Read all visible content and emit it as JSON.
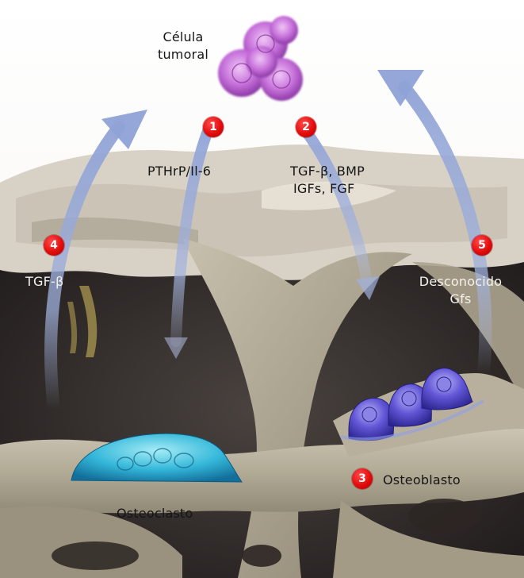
{
  "labels": {
    "tumor_cell": [
      "Célula",
      "tumoral"
    ],
    "osteoclast": "Osteoclasto",
    "osteoblast": "Osteoblasto"
  },
  "steps": [
    {
      "number": "1",
      "factors": [
        "PTHrP/Il-6"
      ]
    },
    {
      "number": "2",
      "factors": [
        "TGF-β, BMP",
        "IGFs, FGF"
      ]
    },
    {
      "number": "3",
      "factors": []
    },
    {
      "number": "4",
      "factors": [
        "TGF-β"
      ]
    },
    {
      "number": "5",
      "factors": [
        "Desconocido",
        "Gfs"
      ]
    }
  ],
  "colors": {
    "badge": "#e30c0c",
    "arrow": "#9fb0dc",
    "bone": "#b3ac98",
    "marrow": "#3a3431",
    "tumor": "#c06ad6",
    "osteoclast": "#3ec6e0",
    "osteoblast": "#5a50c8"
  }
}
